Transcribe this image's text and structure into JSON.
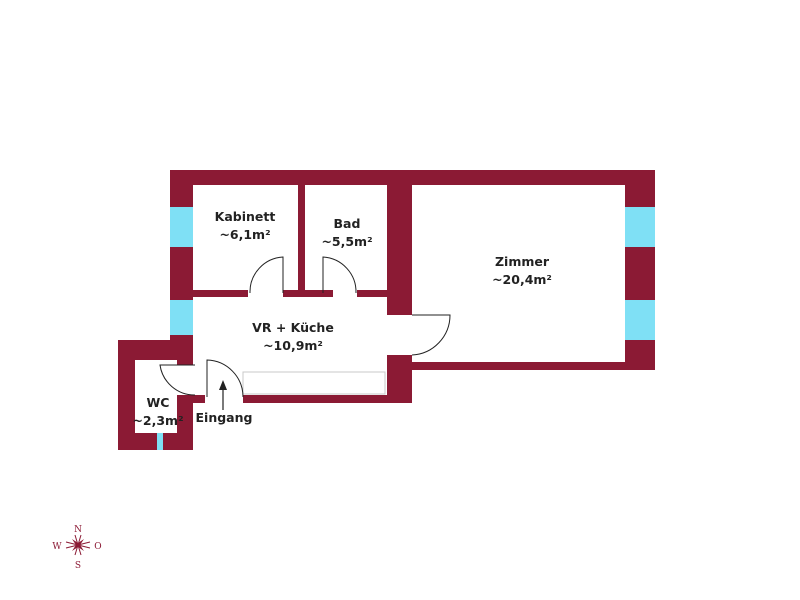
{
  "colors": {
    "wall": "#8b1a34",
    "window": "#7fe0f5",
    "counter": "#c8c8c8"
  },
  "rooms": [
    {
      "name": "Kabinett",
      "area": "~6,1m²"
    },
    {
      "name": "Bad",
      "area": "~5,5m²"
    },
    {
      "name": "Zimmer",
      "area": "~20,4m²"
    },
    {
      "name": "VR + Küche",
      "area": "~10,9m²"
    },
    {
      "name": "WC",
      "area": "~2,3m²"
    }
  ],
  "entrance_label": "Eingang",
  "compass": {
    "n": "N",
    "s": "S",
    "w": "W",
    "o": "O"
  }
}
